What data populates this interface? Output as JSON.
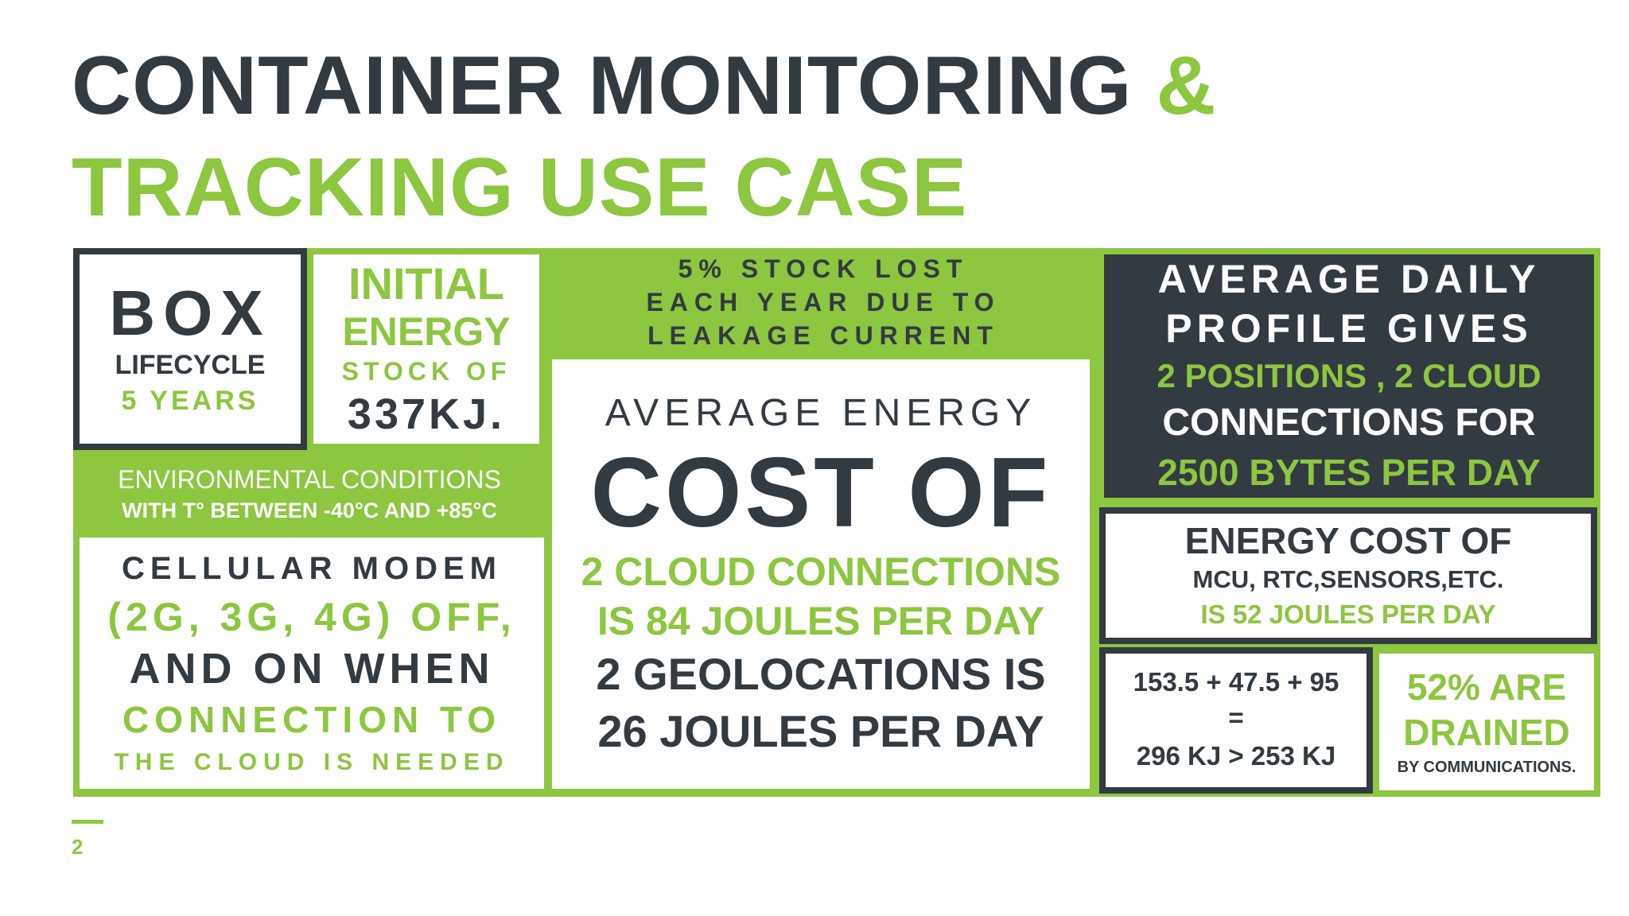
{
  "title": {
    "line1": "CONTAINER MONITORING",
    "ampersand": "&",
    "line2": "TRACKING USE CASE"
  },
  "box_lifecycle": {
    "word": "BOX",
    "label": "LIFECYCLE",
    "years": "5 YEARS"
  },
  "initial_energy": {
    "line1": "INITIAL",
    "line2": "ENERGY",
    "line3": "STOCK OF",
    "value": "337KJ."
  },
  "environment": {
    "line1": "ENVIRONMENTAL CONDITIONS",
    "line2": "WITH T° BETWEEN -40°C AND +85°C"
  },
  "modem": {
    "line1": "CELLULAR MODEM",
    "line2": "(2G, 3G, 4G) OFF,",
    "line3": "AND ON WHEN",
    "line4": "CONNECTION TO",
    "line5": "THE CLOUD IS NEEDED"
  },
  "stock_lost": {
    "line1": "5% STOCK LOST",
    "line2": "EACH YEAR DUE TO",
    "line3": "LEAKAGE CURRENT"
  },
  "average_energy": {
    "line1": "AVERAGE ENERGY",
    "line2": "COST OF",
    "line3": "2 CLOUD CONNECTIONS",
    "line4": "IS  84 JOULES PER DAY",
    "line5": "2 GEOLOCATIONS IS",
    "line6": "26 JOULES PER DAY"
  },
  "daily_profile": {
    "line1": "AVERAGE DAILY",
    "line2": "PROFILE GIVES",
    "line3": "2 POSITIONS , 2 CLOUD",
    "line4": "CONNECTIONS FOR",
    "line5": "2500 BYTES PER DAY"
  },
  "energy_cost": {
    "line1": "ENERGY COST OF",
    "line2": "MCU, RTC,SENSORS,ETC.",
    "line3": "IS  52 JOULES PER DAY"
  },
  "sum": {
    "line1": "153.5 + 47.5 + 95",
    "line2": "=",
    "line3": "296 KJ > 253 KJ"
  },
  "drained": {
    "line1": "52% ARE",
    "line2": "DRAINED",
    "line3": "BY COMMUNICATIONS."
  },
  "page_number": "2",
  "colors": {
    "green": "#8dc63f",
    "dark": "#323a42",
    "white": "#ffffff"
  }
}
